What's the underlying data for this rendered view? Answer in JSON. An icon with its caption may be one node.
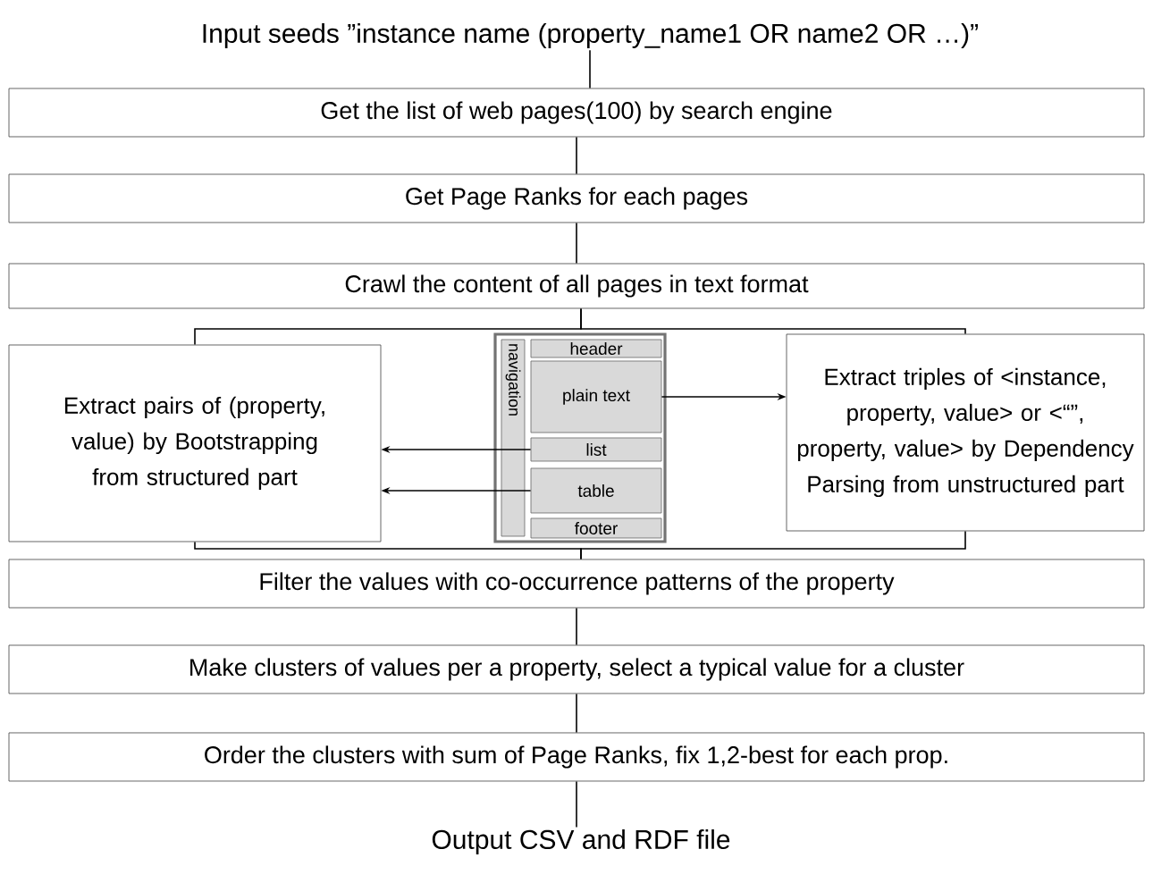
{
  "diagram": {
    "nodes": [
      {
        "text": [
          "Input seeds ”instance name (property_name1 OR name2 OR …)”"
        ]
      },
      {
        "text": [
          "Get the list of web pages(100) by search engine"
        ]
      },
      {
        "text": [
          "Get Page Ranks for each pages"
        ]
      },
      {
        "text": [
          "Crawl the content of all pages in text format"
        ]
      },
      {
        "text": [
          "Extract pairs of (property, value) by Bootstrapping from structured part"
        ]
      },
      {
        "text": [],
        "shape": "box"
      },
      {
        "text": [
          "navigation"
        ],
        "in": 5
      },
      {
        "text": [
          "header"
        ],
        "in": 5
      },
      {
        "text": [
          "plain text"
        ],
        "in": 5
      },
      {
        "text": [
          "list"
        ],
        "in": 5
      },
      {
        "text": [
          "table"
        ],
        "in": 5
      },
      {
        "text": [
          "footer"
        ],
        "in": 5
      },
      {
        "text": [
          "Extract triples of <instance, property, value> or <“”, property, value> by Dependency Parsing from unstructured part"
        ]
      },
      {
        "text": [
          "Filter the values with co-occurrence patterns of the property"
        ]
      },
      {
        "text": [
          "Make clusters of values per a property, select a typical value for a cluster"
        ]
      },
      {
        "text": [
          "Order the clusters with sum of Page Ranks, fix 1,2-best for each prop."
        ]
      },
      {
        "text": [
          "Output CSV and RDF file"
        ]
      }
    ],
    "edges": [
      {
        "from": 0,
        "to": 1,
        "arrow": "none"
      },
      {
        "from": 1,
        "to": 2,
        "arrow": "none"
      },
      {
        "from": 2,
        "to": 3,
        "arrow": "none"
      },
      {
        "from": 3,
        "to": 4,
        "arrow": "none"
      },
      {
        "from": 3,
        "to": 12,
        "arrow": "none"
      },
      {
        "from": 8,
        "to": 12,
        "arrow": "to"
      },
      {
        "from": 9,
        "to": 4,
        "arrow": "to"
      },
      {
        "from": 10,
        "to": 4,
        "arrow": "to"
      },
      {
        "from": 4,
        "to": 13,
        "arrow": "none"
      },
      {
        "from": 12,
        "to": 13,
        "arrow": "none"
      },
      {
        "from": 13,
        "to": 14,
        "arrow": "none"
      },
      {
        "from": 14,
        "to": 15,
        "arrow": "none"
      },
      {
        "from": 15,
        "to": 16,
        "arrow": "none"
      }
    ]
  }
}
